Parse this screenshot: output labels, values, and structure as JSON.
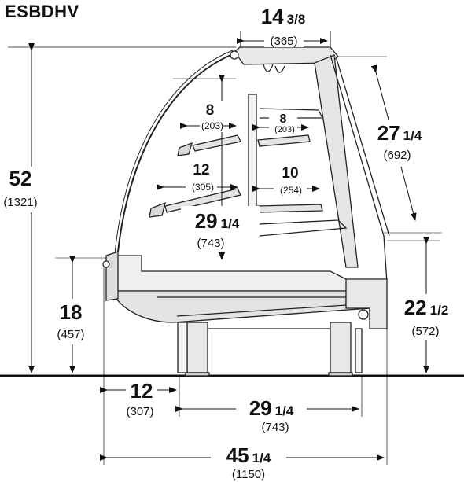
{
  "model": "ESBDHV",
  "dimensions": {
    "overall_height": {
      "inches": "52",
      "mm": "(1321)"
    },
    "top_depth": {
      "inches": "14",
      "fraction": "3/8",
      "mm": "(365)"
    },
    "glass_length": {
      "inches": "27",
      "fraction": "1/4",
      "mm": "(692)"
    },
    "shelf_upper_front": {
      "inches": "8",
      "mm": "(203)"
    },
    "shelf_upper_rear": {
      "inches": "8",
      "mm": "(203)"
    },
    "shelf_lower_front": {
      "inches": "12",
      "mm": "(305)"
    },
    "shelf_lower_rear": {
      "inches": "10",
      "mm": "(254)"
    },
    "interior_height": {
      "inches": "29",
      "fraction": "1/4",
      "mm": "(743)"
    },
    "front_height": {
      "inches": "18",
      "mm": "(457)"
    },
    "rear_height": {
      "inches": "22",
      "fraction": "1/2",
      "mm": "(572)"
    },
    "front_overhang": {
      "inches": "12",
      "mm": "(307)"
    },
    "base_depth": {
      "inches": "29",
      "fraction": "1/4",
      "mm": "(743)"
    },
    "overall_depth": {
      "inches": "45",
      "fraction": "1/4",
      "mm": "(1150)"
    }
  }
}
